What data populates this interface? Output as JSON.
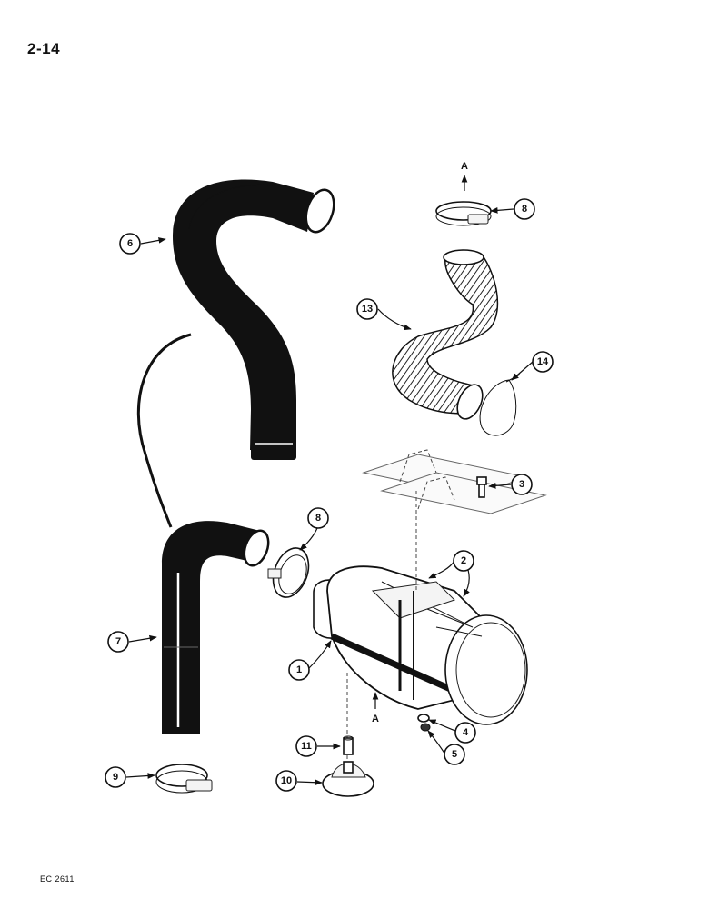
{
  "page": {
    "number": "2-14",
    "doc_code": "EC 2611"
  },
  "callouts": {
    "c1": "1",
    "c2": "2",
    "c3": "3",
    "c4": "4",
    "c5": "5",
    "c6": "6",
    "c7": "7",
    "c8_top": "8",
    "c8_mid": "8",
    "c9": "9",
    "c10": "10",
    "c11": "11",
    "c13": "13",
    "c14": "14"
  },
  "section_marks": {
    "top": "A",
    "bottom": "A"
  }
}
